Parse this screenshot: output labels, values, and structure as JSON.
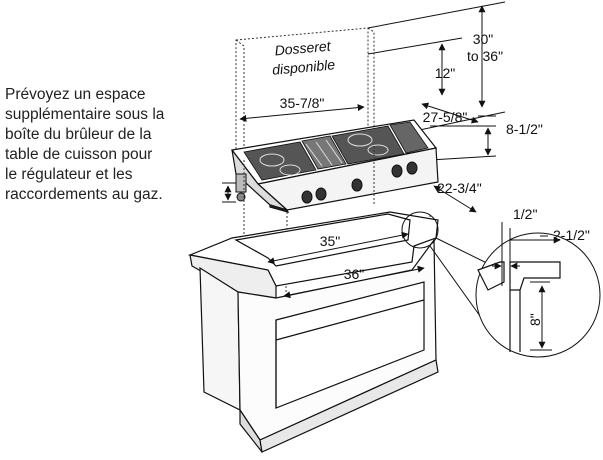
{
  "note": {
    "lines": [
      "Prévoyez un espace",
      "supplémentaire sous la",
      "boîte du brûleur de la",
      "table de cuisson pour",
      "le régulateur et les",
      "raccordements au gaz."
    ]
  },
  "backsplash": {
    "line1": "Dosseret",
    "line2": "disponible"
  },
  "dimensions": {
    "backsplash_width": "35-7/8\"",
    "backsplash_height": "12\"",
    "hood_height_line1": "30\"",
    "hood_height_line2": "to 36\"",
    "depth_rear": "27-5/8\"",
    "cooktop_height": "8-1/2\"",
    "cutout_depth": "22-3/4\"",
    "cutout_width": "35\"",
    "cabinet_width": "36\"",
    "detail_gap": "1/2\"",
    "detail_overhang": "2-1/2\"",
    "detail_depth": "8\""
  }
}
